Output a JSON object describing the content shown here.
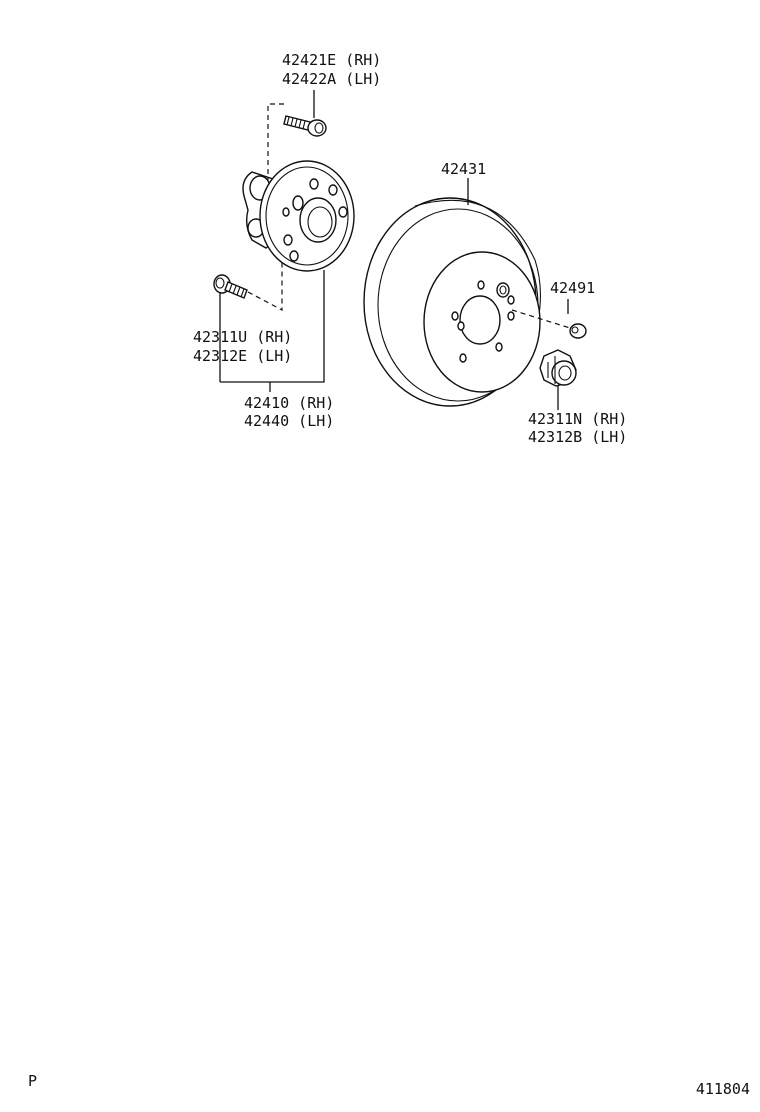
{
  "labels": {
    "hub_bolt_upper": [
      "42421E (RH)",
      "42422A (LH)"
    ],
    "hub_bolt_lower": [
      "42311U (RH)",
      "42312E (LH)"
    ],
    "hub_assy": [
      "42410 (RH)",
      "42440 (LH)"
    ],
    "disc": [
      "42431"
    ],
    "plug": [
      "42491"
    ],
    "nut": [
      "42311N (RH)",
      "42312B (LH)"
    ]
  },
  "page_letter": "P",
  "page_code": "411804"
}
